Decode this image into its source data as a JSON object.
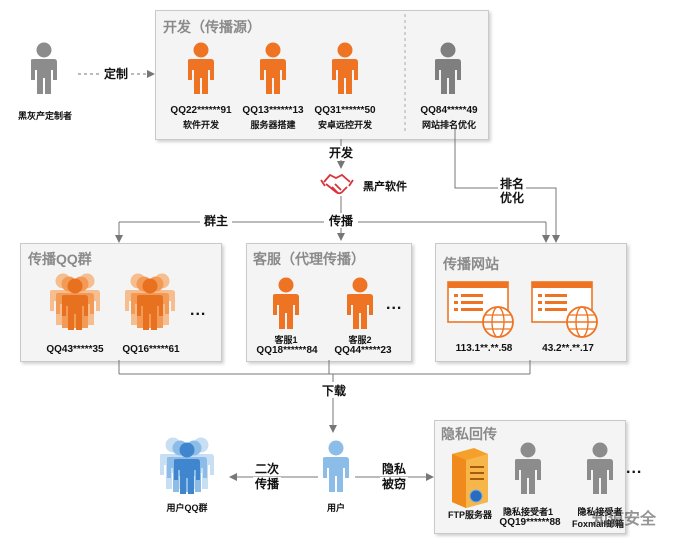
{
  "colors": {
    "orange": "#ee7424",
    "gray": "#8c8c8c",
    "blue": "#3f86cf",
    "lightblue": "#8bbde8"
  },
  "actors": {
    "blackgray_customizer": "黑灰产定制者",
    "customize": "定制"
  },
  "dev_panel": {
    "title": "开发（传播源）",
    "people": [
      {
        "id": "QQ22******91",
        "role": "软件开发"
      },
      {
        "id": "QQ13******13",
        "role": "服务器搭建"
      },
      {
        "id": "QQ31******50",
        "role": "安卓远控开发"
      }
    ],
    "seo": {
      "id": "QQ84*****49",
      "role": "网站排名优化"
    }
  },
  "flow": {
    "develop": "开发",
    "black_software": "黑产软件",
    "spread": "传播",
    "group_owner": "群主",
    "ranking": "排名",
    "optimize": "优化",
    "download": "下载",
    "secondary": "二次",
    "secondary2": "传播",
    "privacy": "隐私",
    "stolen": "被窃"
  },
  "qq_group_panel": {
    "title": "传播QQ群",
    "groups": [
      "QQ43*****35",
      "QQ16*****61"
    ],
    "more": "..."
  },
  "cs_panel": {
    "title": "客服（代理传播）",
    "agents": [
      {
        "name": "客服1",
        "id": "QQ18******84"
      },
      {
        "name": "客服2",
        "id": "QQ44*****23"
      }
    ],
    "more": "..."
  },
  "site_panel": {
    "title": "传播网站",
    "sites": [
      "113.1**.**.58",
      "43.2**.**.17"
    ]
  },
  "bottom": {
    "user_group": "用户QQ群",
    "user": "用户"
  },
  "privacy_panel": {
    "title": "隐私回传",
    "ftp": "FTP服务器",
    "receivers": [
      {
        "name": "隐私接受者1",
        "id": "QQ19******88"
      },
      {
        "name": "隐私接受者",
        "id": "Foxmail邮箱"
      }
    ],
    "more": "..."
  },
  "watermark": "知道安全"
}
